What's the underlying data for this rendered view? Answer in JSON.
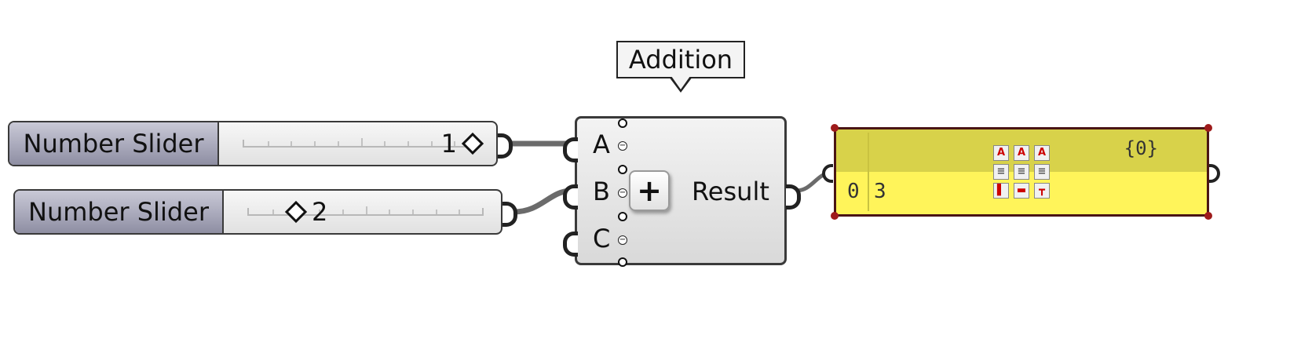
{
  "sliders": [
    {
      "name": "Number Slider",
      "value": "1"
    },
    {
      "name": "Number Slider",
      "value": "2"
    }
  ],
  "component": {
    "tooltip": "Addition",
    "inputs": [
      "A",
      "B",
      "C"
    ],
    "icon_symbol": "+",
    "output": "Result"
  },
  "panel": {
    "path": "{0}",
    "index": "0",
    "value": "3",
    "background_color": "#fff45a",
    "header_color": "#d8d24a"
  },
  "icons": {
    "slider_value": "diamond-icon",
    "component_icon": "plus-icon",
    "panel_toolbar": [
      "font-icon",
      "font-size-icon",
      "font-up-icon",
      "align-left-icon",
      "align-center-icon",
      "align-right-icon",
      "wrap-icon",
      "stretch-icon",
      "draw-icon"
    ]
  }
}
